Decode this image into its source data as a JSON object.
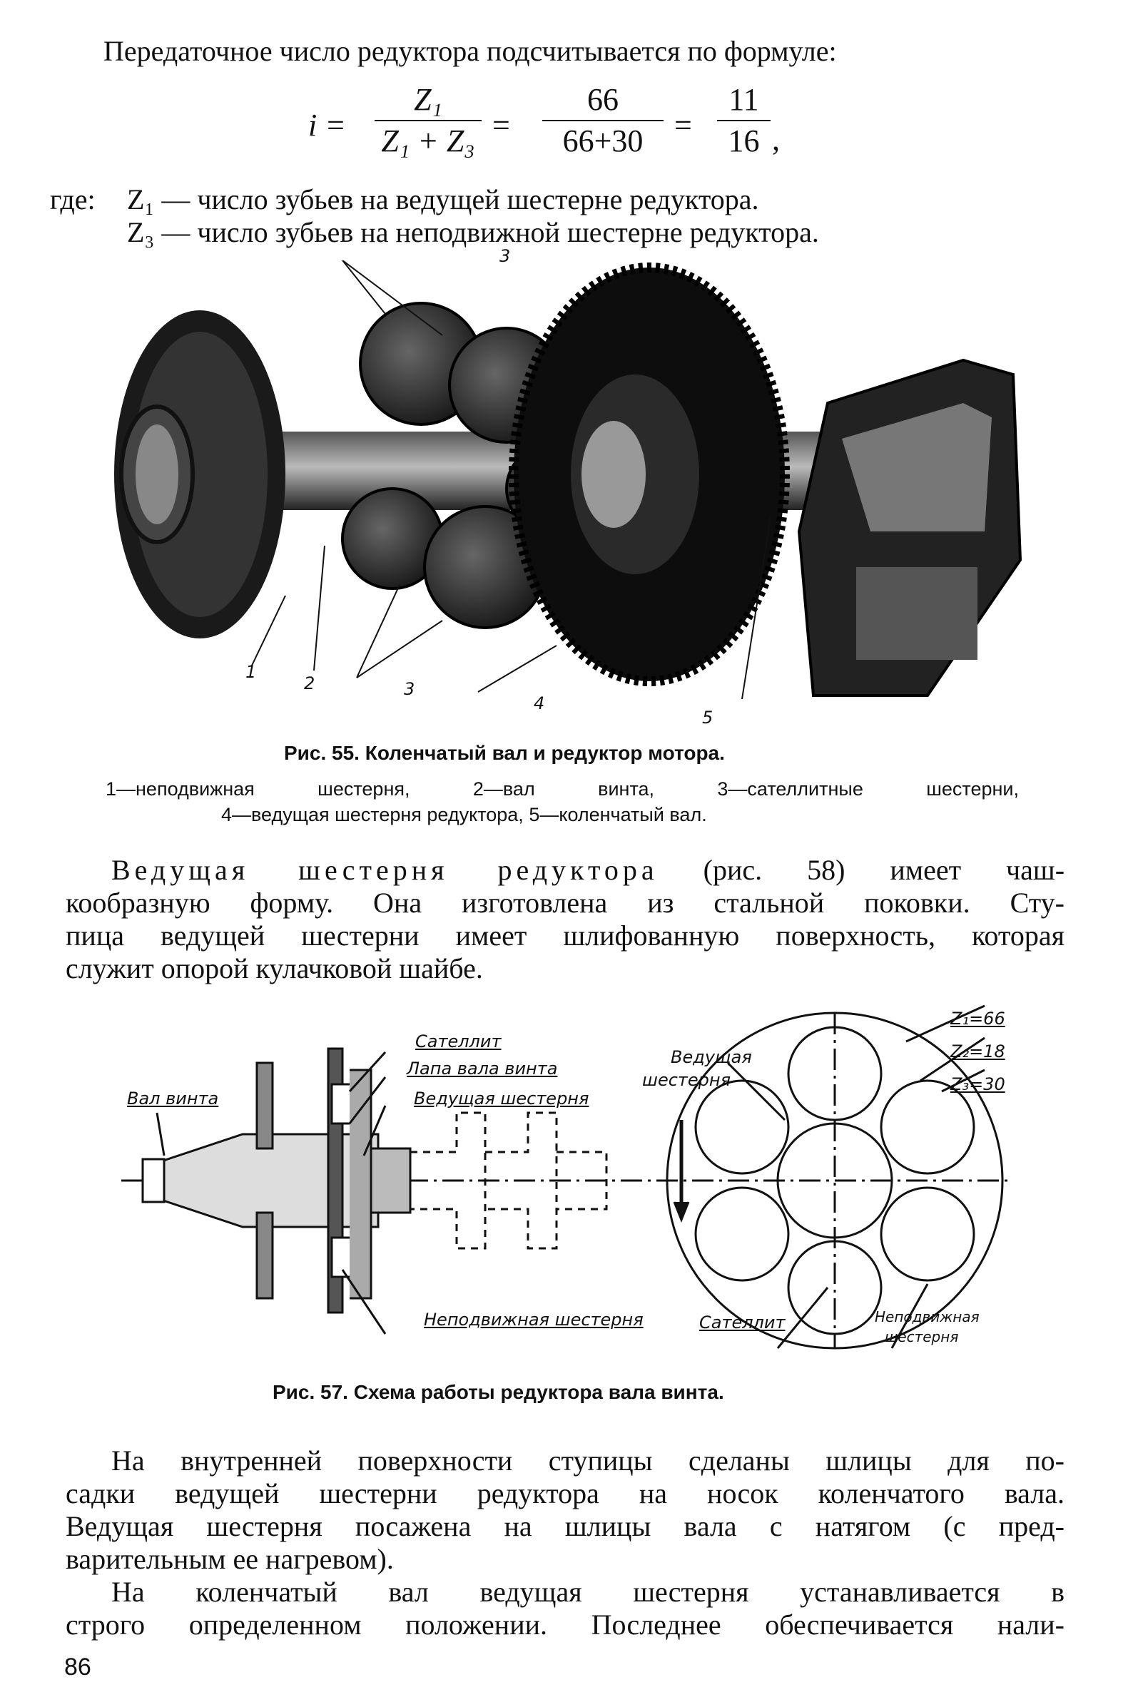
{
  "intro": "Передаточное число редуктора подсчитывается по формуле:",
  "formula": {
    "lhs": "i =",
    "frac1_num": "Z₁",
    "frac1_den": "Z₁ + Z₃",
    "eq1": "=",
    "frac2_num": "66",
    "frac2_den": "66+30",
    "eq2": "=",
    "frac3_num": "11",
    "frac3_den": "16",
    "tail": ","
  },
  "where": {
    "line1_prefix": "где:",
    "line1": "Z₁ — число зубьев на ведущей шестерне редуктора.",
    "line2": "Z₃ — число зубьев на неподвижной шестерне редуктора."
  },
  "fig55": {
    "callouts": [
      "1",
      "2",
      "3",
      "3",
      "4",
      "5"
    ],
    "caption_title": "Рис. 55. Коленчатый вал и редуктор мотора.",
    "caption_line1": "1—неподвижная шестерня, 2—вал винта, 3—сателлитные шестерни,",
    "caption_line2": "4—ведущая шестерня редуктора, 5—коленчатый вал."
  },
  "para1": {
    "lead": "Ведущая шестерня редуктора",
    "line1_rest": "(рис. 58) имеет чаш-",
    "line2": "кообразную форму. Она изготовлена из стальной поковки. Сту-",
    "line3": "пица ведущей шестерни имеет шлифованную поверхность, которая",
    "line4": "служит опорой кулачковой шайбе."
  },
  "fig57": {
    "label_shaft": "Вал винта",
    "label_satellite": "Сателлит",
    "label_paw": "Лапа вала винта",
    "label_driving": "Ведущая шестерня",
    "label_fixed": "Неподвижная шестерня",
    "label_driving2_1": "Ведущая",
    "label_driving2_2": "шестерня",
    "label_satellite2": "Сателлит",
    "label_fixed2_1": "Неподвижная",
    "label_fixed2_2": "шестерня",
    "z1": "Z₁=66",
    "z2": "Z₂=18",
    "z3": "Z₃=30",
    "caption": "Рис. 57. Схема работы редуктора вала винта."
  },
  "para2": {
    "line1": "На внутренней поверхности ступицы сделаны шлицы для по-",
    "line2": "садки ведущей шестерни редуктора на носок коленчатого вала.",
    "line3": "Ведущая шестерня посажена на шлицы вала с натягом (с пред-",
    "line4": "варительным ее нагревом)."
  },
  "para3": {
    "line1": "На коленчатый вал ведущая шестерня устанавливается в",
    "line2": "строго определенном положении. Последнее обеспечивается нали-"
  },
  "page_number": "86"
}
